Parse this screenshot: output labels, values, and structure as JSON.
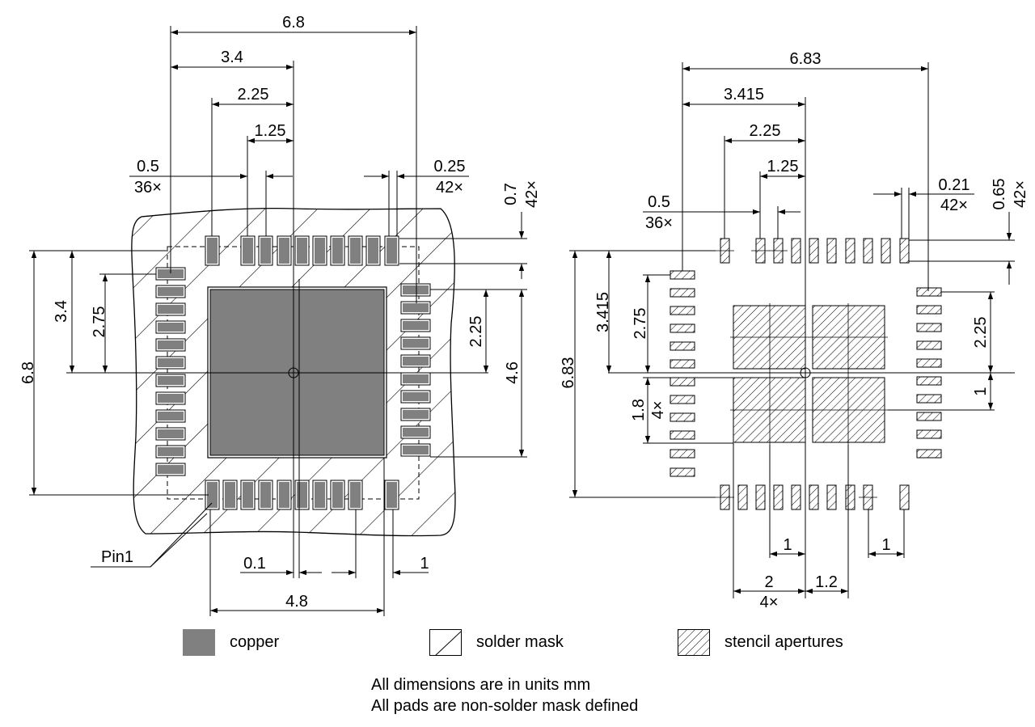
{
  "left_view": {
    "top_dims": {
      "overall": "6.8",
      "half": "3.4",
      "row_a": "2.25",
      "row_b": "1.25",
      "pitch": "0.5",
      "pitch_count": "36×",
      "pad_width": "0.25",
      "pad_width_count": "42×"
    },
    "right_dims": {
      "pad_len": "0.7",
      "pad_len_count": "42×",
      "c_225": "2.25",
      "c_46": "4.6"
    },
    "left_dims": {
      "overall": "6.8",
      "half": "3.4",
      "c_275": "2.75"
    },
    "bottom_dims": {
      "offset": "0.1",
      "gap": "1",
      "pad_size": "4.8"
    },
    "pin_label": "Pin1"
  },
  "right_view": {
    "top_dims": {
      "overall": "6.83",
      "half": "3.415",
      "row_a": "2.25",
      "row_b": "1.25",
      "pitch": "0.5",
      "pitch_count": "36×",
      "pad_width": "0.21",
      "pad_width_count": "42×"
    },
    "right_dims": {
      "pad_len": "0.65",
      "pad_len_count": "42×",
      "c_225": "2.25",
      "c_1": "1"
    },
    "left_dims": {
      "overall": "6.83",
      "half": "3.415",
      "c_275": "2.75",
      "c_18": "1.8",
      "c_18_count": "4×"
    },
    "bottom_dims": {
      "gap_a": "1",
      "gap_b": "1",
      "apt": "2",
      "apt_count": "4×",
      "c_12": "1.2"
    }
  },
  "legend": {
    "copper": "copper",
    "solder_mask": "solder mask",
    "stencil": "stencil apertures"
  },
  "notes": {
    "line1": "All dimensions are in units mm",
    "line2": "All pads are non-solder mask defined"
  },
  "colors": {
    "copper": "#808080",
    "line": "#000000",
    "background": "#ffffff"
  }
}
